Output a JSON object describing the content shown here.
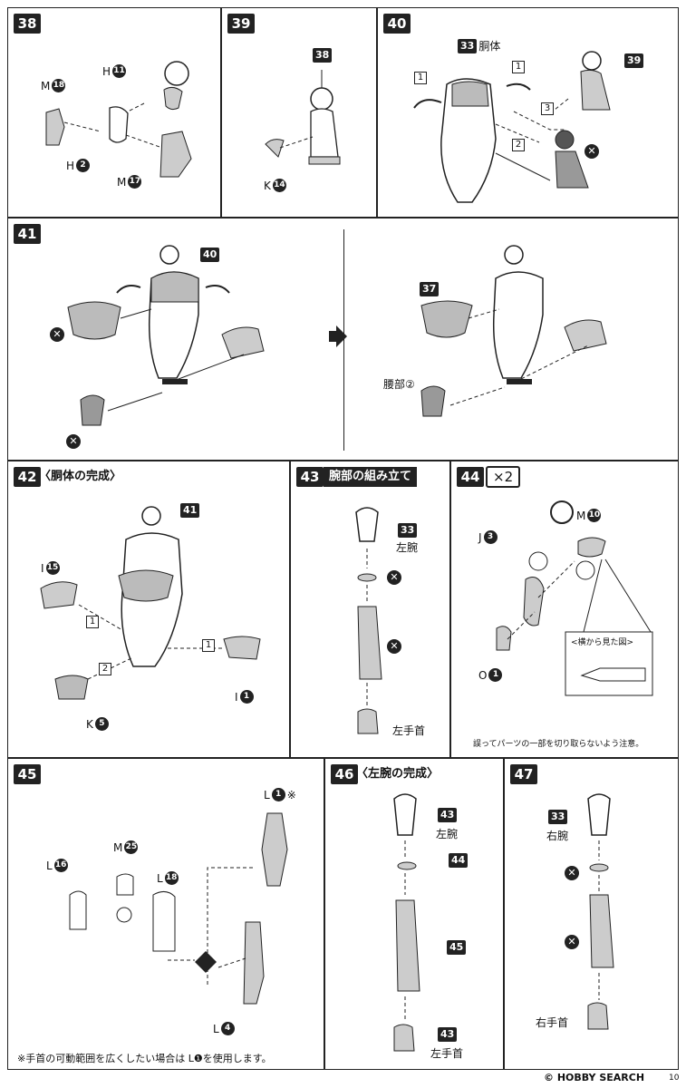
{
  "panels": {
    "p38": {
      "step": "38",
      "labels": {
        "h11": "H",
        "h11n": "11",
        "m18": "M",
        "m18n": "18",
        "h2": "H",
        "h2n": "2",
        "m17": "M",
        "m17n": "17"
      }
    },
    "p39": {
      "step": "39",
      "ref": "38",
      "k14": "K",
      "k14n": "14"
    },
    "p40": {
      "step": "40",
      "ref": "33",
      "ref_label": "胴体",
      "ref39": "39",
      "seq": [
        "1",
        "1",
        "2",
        "3"
      ]
    },
    "p41": {
      "step": "41",
      "ref40": "40",
      "ref37": "37",
      "waist": "腰部②"
    },
    "p42": {
      "step": "42",
      "title": "〈胴体の完成〉",
      "ref": "41",
      "i15": "I",
      "i15n": "15",
      "i1": "I",
      "i1n": "1",
      "k5": "K",
      "k5n": "5",
      "seq": [
        "1",
        "1",
        "2"
      ]
    },
    "p43": {
      "step": "43",
      "title": "腕部の組み立て",
      "ref": "33",
      "left_arm": "左腕",
      "left_wrist": "左手首"
    },
    "p44": {
      "step": "44",
      "times": "×2",
      "j3": "J",
      "j3n": "3",
      "m10": "M",
      "m10n": "10",
      "o1": "O",
      "o1n": "1",
      "side_view": "<横から見た図>",
      "caution": "誤ってパーツの一部を切り取らないよう注意。"
    },
    "p45": {
      "step": "45",
      "l1": "L",
      "l1n": "1",
      "l1mark": "※",
      "m25": "M",
      "m25n": "25",
      "l16": "L",
      "l16n": "16",
      "l18": "L",
      "l18n": "18",
      "l4": "L",
      "l4n": "4",
      "footnote": "※手首の可動範囲を広くしたい場合は L❶を使用します。"
    },
    "p46": {
      "step": "46",
      "title": "〈左腕の完成〉",
      "ref43a": "43",
      "left_arm": "左腕",
      "ref44": "44",
      "ref45": "45",
      "ref43b": "43",
      "left_wrist": "左手首"
    },
    "p47": {
      "step": "47",
      "ref": "33",
      "right_arm": "右腕",
      "right_wrist": "右手首"
    }
  },
  "footer": {
    "watermark": "© HOBBY SEARCH",
    "page": "10"
  }
}
